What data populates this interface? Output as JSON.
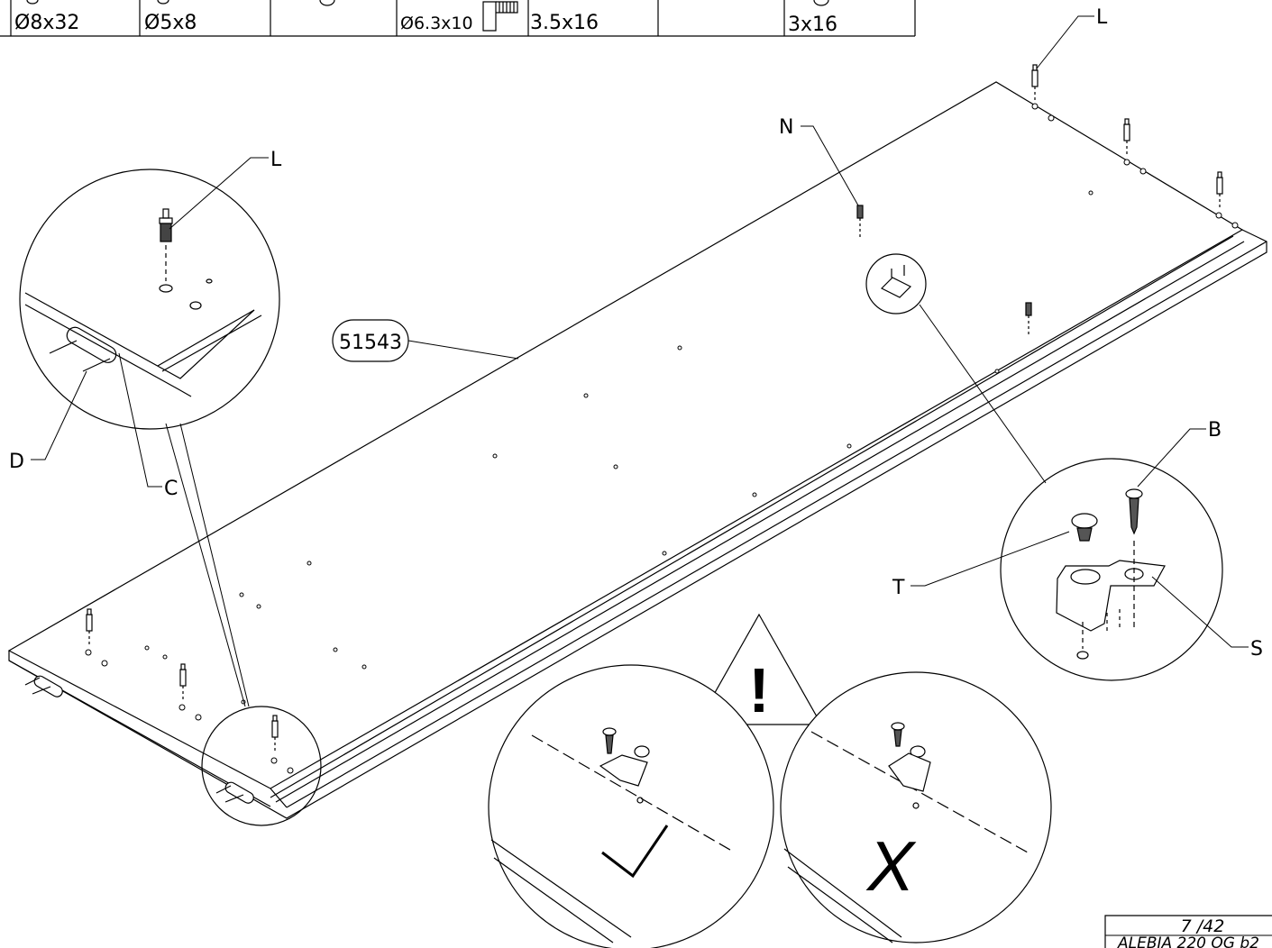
{
  "parts_table": {
    "cells": [
      "Ø8x32",
      "Ø5x8",
      "Ø6.3x10",
      "3.5x16",
      "3x16"
    ]
  },
  "part_number": "51543",
  "labels": {
    "L": "L",
    "N": "N",
    "B": "B",
    "T": "T",
    "S": "S",
    "D": "D",
    "C": "C"
  },
  "warning": {
    "symbol": "!",
    "correct_mark": "✓",
    "wrong_mark": "X"
  },
  "footer": {
    "page": "7 /42",
    "model": "ALEBIA 220 OG b2"
  }
}
